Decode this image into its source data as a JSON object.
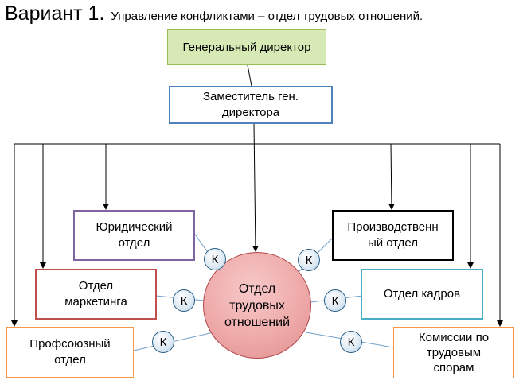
{
  "title": {
    "main": "Вариант 1.",
    "sub": "Управление конфликтами – отдел трудовых отношений."
  },
  "nodes": {
    "general_director": "Генеральный директор",
    "deputy_line1": "Заместитель ген.",
    "deputy_line2": "директора",
    "legal_line1": "Юридический",
    "legal_line2": "отдел",
    "production_line1": "Производственн",
    "production_line2": "ый отдел",
    "marketing_line1": "Отдел",
    "marketing_line2": "маркетинга",
    "hr": "Отдел кадров",
    "union_line1": "Профсоюзный",
    "union_line2": "отдел",
    "commission_line1": "Комиссии по",
    "commission_line2": "трудовым",
    "commission_line3": "спорам",
    "center_line1": "Отдел",
    "center_line2": "трудовых",
    "center_line3": "отношений"
  },
  "connector_label": "К",
  "colors": {
    "general_director_fill": "#d7eab5",
    "general_director_border": "#9bbb59",
    "deputy_border": "#4f81bd",
    "legal_border": "#8064a2",
    "production_border": "#000000",
    "marketing_border": "#c0504d",
    "hr_border": "#4bacc6",
    "union_border": "#f79646",
    "commission_border": "#f79646",
    "center_fill": "#eeaaa9",
    "connector_fill": "#dce8f3"
  }
}
